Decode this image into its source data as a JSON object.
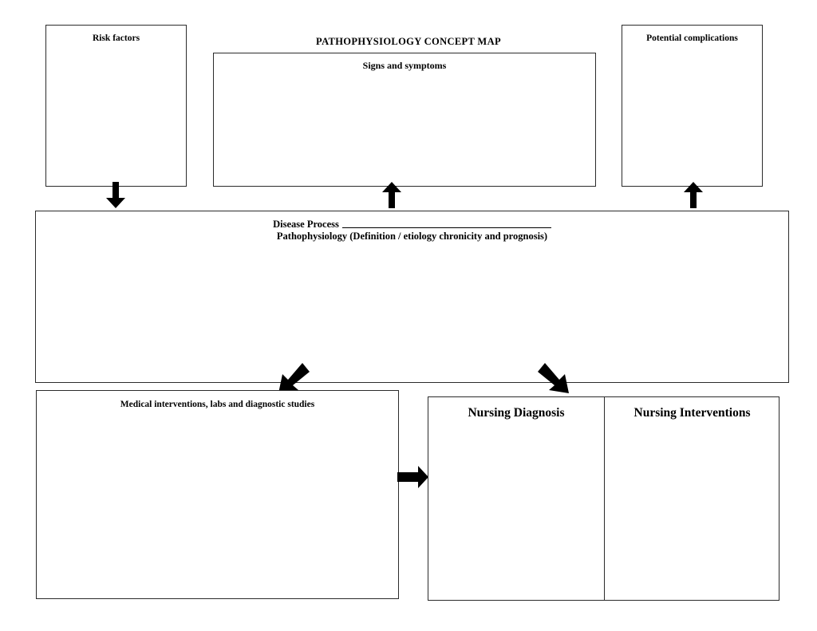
{
  "page": {
    "title": "PATHOPHYSIOLOGY CONCEPT MAP",
    "background_color": "#ffffff",
    "line_color": "#2b2b2b"
  },
  "boxes": {
    "risk_factors": {
      "label": "Risk factors",
      "content": ""
    },
    "signs_and_symptoms": {
      "label": "Signs and symptoms",
      "content": ""
    },
    "potential_complications": {
      "label": "Potential complications",
      "content": ""
    },
    "disease_process": {
      "line1_prefix": "Disease Process",
      "line1_blank": "",
      "line2": "Pathophysiology (Definition / etiology chronicity and prognosis)",
      "content": ""
    },
    "medical_interventions": {
      "label": "Medical interventions, labs and diagnostic studies",
      "content": ""
    },
    "nursing_diagnosis": {
      "label": "Nursing Diagnosis",
      "content": ""
    },
    "nursing_interventions": {
      "label": "Nursing Interventions",
      "content": ""
    }
  },
  "arrows": [
    {
      "name": "risk-factors-to-disease-process",
      "direction": "down"
    },
    {
      "name": "signs-and-symptoms-to-disease-process",
      "direction": "up"
    },
    {
      "name": "disease-process-to-potential-complications",
      "direction": "up"
    },
    {
      "name": "disease-process-to-medical-interventions",
      "direction": "down-left"
    },
    {
      "name": "disease-process-to-nursing",
      "direction": "down-right"
    },
    {
      "name": "medical-interventions-to-nursing-diagnosis",
      "direction": "right"
    }
  ]
}
